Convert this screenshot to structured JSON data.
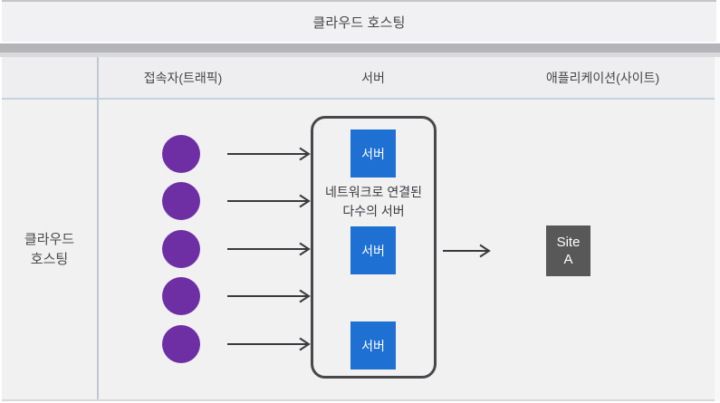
{
  "title_bar": {
    "title": "클라우드 호스팅"
  },
  "table": {
    "columns": [
      {
        "label": "접속자(트래픽)"
      },
      {
        "label": "서버"
      },
      {
        "label": "애플리케이션(사이트)"
      }
    ],
    "row_label": {
      "line1": "클라우드",
      "line2": "호스팅"
    }
  },
  "diagram": {
    "visitor_count": 5,
    "server_group": {
      "caption_line1": "네트워크로 연결된",
      "caption_line2": "다수의 서버",
      "servers": [
        {
          "label": "서버"
        },
        {
          "label": "서버"
        },
        {
          "label": "서버"
        }
      ]
    },
    "site": {
      "line1": "Site",
      "line2": "A"
    }
  },
  "colors": {
    "visitor_circle": "#6e2fa5",
    "server_box": "#1e70d2",
    "site_box": "#585858",
    "arrow": "#3a3a3e",
    "divider_bar": "#b2b4b8",
    "grid_line": "#bcc9d2",
    "header_bg": "#f1f1f3",
    "table_bg": "#f1f1f2"
  }
}
